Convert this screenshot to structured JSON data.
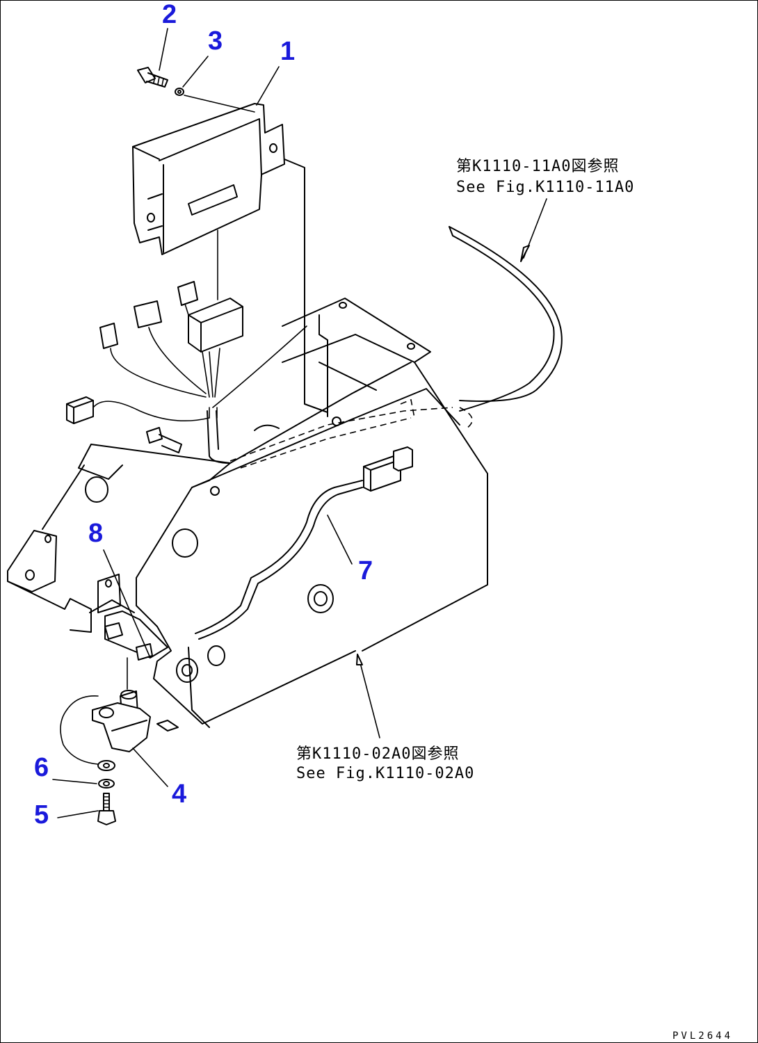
{
  "callouts": {
    "c1": "1",
    "c2": "2",
    "c3": "3",
    "c4": "4",
    "c5": "5",
    "c6": "6",
    "c7": "7",
    "c8": "8"
  },
  "references": {
    "upper_jp": "第K1110-11A0図参照",
    "upper_en": "See Fig.K1110-11A0",
    "lower_jp": "第K1110-02A0図参照",
    "lower_en": "See Fig.K1110-02A0"
  },
  "drawing_code": "PVL2644",
  "colors": {
    "callout": "#1a1adb",
    "line": "#000000",
    "background": "#ffffff"
  }
}
